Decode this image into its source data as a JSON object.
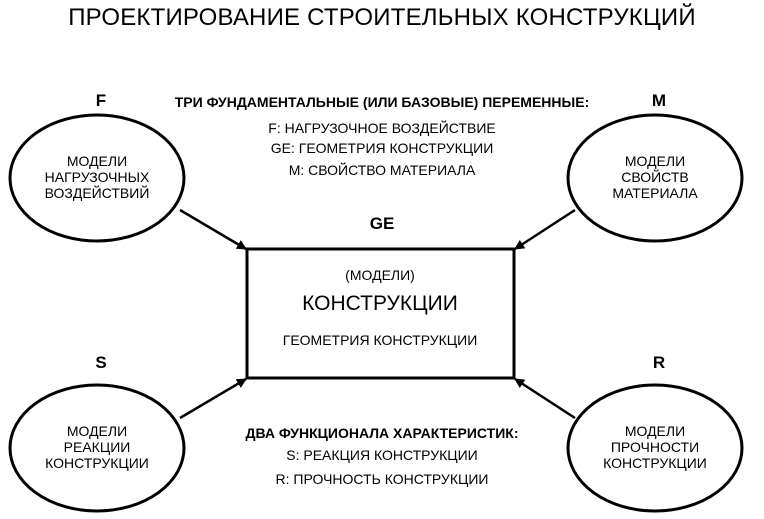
{
  "title": "ПРОЕКТИРОВАНИЕ СТРОИТЕЛЬНЫХ КОНСТРУКЦИЙ",
  "variables": {
    "heading": "ТРИ ФУНДАМЕНТАЛЬНЫЕ (ИЛИ БАЗОВЫЕ) ПЕРЕМЕННЫЕ:",
    "lines": [
      "F: НАГРУЗОЧНОЕ ВОЗДЕЙСТВИЕ",
      "GE: ГЕОМЕТРИЯ КОНСТРУКЦИИ",
      "M: СВОЙСТВО МАТЕРИАЛА"
    ]
  },
  "functionals": {
    "heading": "ДВА ФУНКЦИОНАЛА ХАРАКТЕРИСТИК:",
    "lines": [
      "S: РЕАКЦИЯ КОНСТРУКЦИИ",
      "R: ПРОЧНОСТЬ КОНСТРУКЦИИ"
    ]
  },
  "center": {
    "letter": "GE",
    "line1": "(МОДЕЛИ)",
    "line2": "КОНСТРУКЦИИ",
    "line3": "ГЕОМЕТРИЯ КОНСТРУКЦИИ"
  },
  "nodes": {
    "F": {
      "letter": "F",
      "lines": [
        "МОДЕЛИ",
        "НАГРУЗОЧНЫХ",
        "ВОЗДЕЙСТВИЙ"
      ]
    },
    "M": {
      "letter": "M",
      "lines": [
        "МОДЕЛИ",
        "СВОЙСТВ",
        "МАТЕРИАЛА"
      ]
    },
    "S": {
      "letter": "S",
      "lines": [
        "МОДЕЛИ",
        "РЕАКЦИИ",
        "КОНСТРУКЦИИ"
      ]
    },
    "R": {
      "letter": "R",
      "lines": [
        "МОДЕЛИ",
        "ПРОЧНОСТИ",
        "КОНСТРУКЦИИ"
      ]
    }
  }
}
